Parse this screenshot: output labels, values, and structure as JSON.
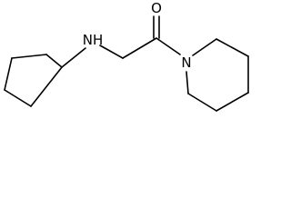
{
  "molecule": {
    "atoms": {
      "nh": "NH",
      "o": "O",
      "n": "N"
    },
    "colors": {
      "bond": "#000000",
      "text": "#000000",
      "background": "#ffffff"
    }
  }
}
